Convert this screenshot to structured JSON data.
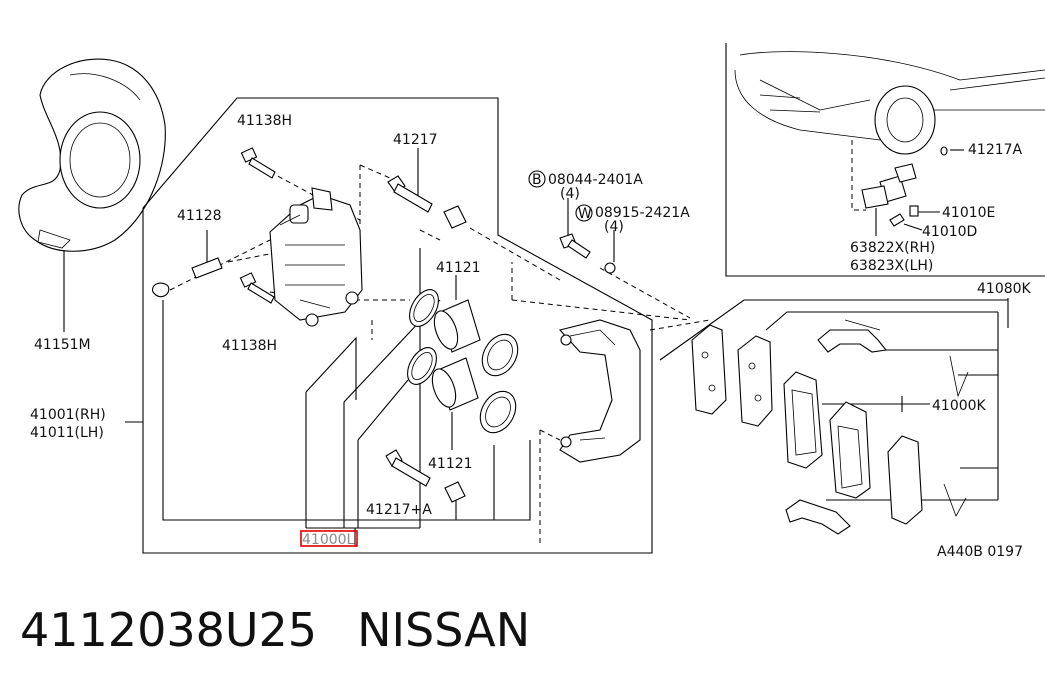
{
  "colors": {
    "line": "#000000",
    "highlight": "#e00000",
    "background": "#ffffff"
  },
  "labels": {
    "shield": "41151M",
    "bolt_top": "41138H",
    "bolt_bottom": "41138H",
    "bleeder": "41128",
    "pin_top": "41217",
    "pin_bottom": "41217+A",
    "seal_top": "41121",
    "seal_bottom": "41121",
    "caliper_rh": "41001(RH)",
    "caliper_lh": "41011(LH)",
    "kit_highlighted": "41000L",
    "bolt_b": "08044-2401A",
    "bolt_b_qty": "(4)",
    "washer_w": "08915-2421A",
    "washer_w_qty": "(4)",
    "pad_kit": "41080K",
    "pad_set": "41000K",
    "sensor_cap": "41217A",
    "sensor_e": "41010E",
    "sensor_d": "41010D",
    "sensor_rh": "63822X(RH)",
    "sensor_lh": "63823X(LH)",
    "diagram_code": "A440B 0197"
  },
  "badges": {
    "bolt": "B",
    "washer": "W"
  },
  "footer": {
    "part_number": "4112038U25",
    "brand": "NISSAN"
  }
}
